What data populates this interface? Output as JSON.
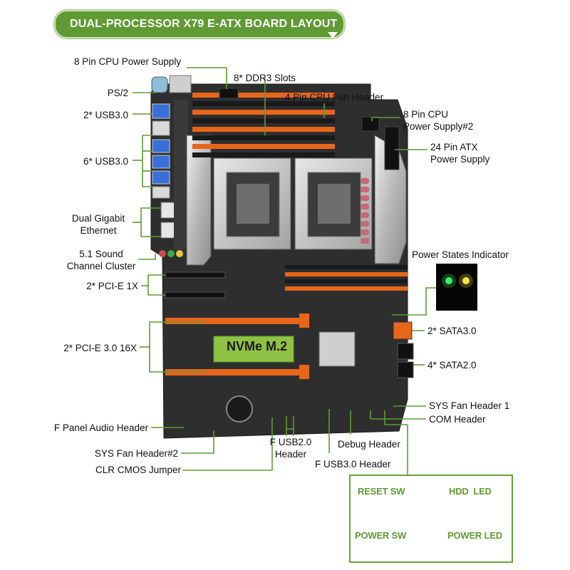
{
  "banner": {
    "title": "DUAL-PROCESSOR X79 E-ATX BOARD LAYOUT",
    "dropdown_icon": "triangle-down-icon",
    "color": "#5f9a34"
  },
  "colors": {
    "accent_green": "#5f9a34",
    "slot_orange": "#e8661a",
    "board_black": "#2b2b2b"
  },
  "board": {
    "nvme_label": "NVMe M.2"
  },
  "labels": {
    "cpu_power_8pin": "8 Pin CPU Power Supply",
    "ddr3_slots": "8* DDR3 Slots",
    "cpu_fan_header": "4 Pin CPU Fan Header",
    "cpu_power_8pin_2_line1": "8 Pin CPU",
    "cpu_power_8pin_2_line2": "Power Supply#2",
    "atx_24pin_line1": "24 Pin ATX",
    "atx_24pin_line2": "Power Supply",
    "ps2": "PS/2",
    "usb3_2": "2* USB3.0",
    "usb3_6": "6* USB3.0",
    "ethernet_line1": "Dual Gigabit",
    "ethernet_line2": "Ethernet",
    "sound_line1": "5.1 Sound",
    "sound_line2": "Channel Cluster",
    "power_states": "Power States Indicator",
    "pcie_1x": "2* PCI-E 1X",
    "sata3": "2* SATA3.0",
    "pcie_16x": "2* PCI-E 3.0 16X",
    "sata2": "4* SATA2.0",
    "sys_fan_1": "SYS Fan Header 1",
    "com_header": "COM Header",
    "f_panel_audio": "F Panel Audio Header",
    "sys_fan_2": "SYS Fan Header#2",
    "f_usb2_line1": "F USB2.0",
    "f_usb2_line2": "Header",
    "debug_header": "Debug Header",
    "clr_cmos": "CLR CMOS Jumper",
    "f_usb3": "F USB3.0 Header"
  },
  "front_panel": {
    "reset_sw": "RESET SW",
    "hdd_led": "HDD  LED",
    "power_sw": "POWER SW",
    "power_led": "POWER LED"
  }
}
